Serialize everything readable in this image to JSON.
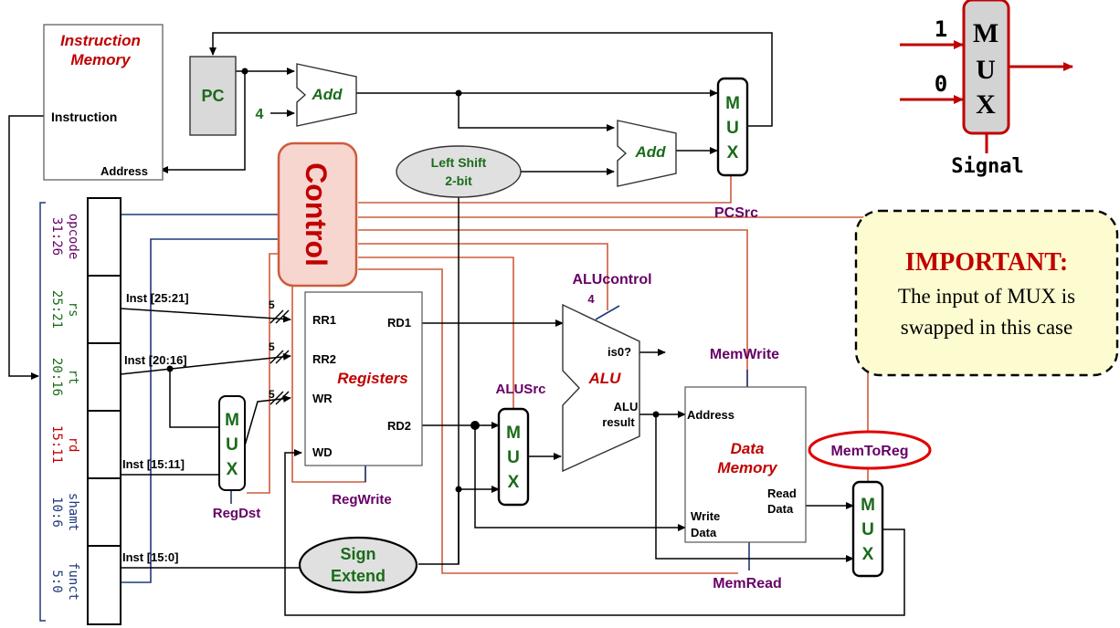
{
  "instruction_memory": {
    "title_line1": "Instruction",
    "title_line2": "Memory",
    "instruction_label": "Instruction",
    "address_label": "Address"
  },
  "pc": {
    "label": "PC"
  },
  "constant_four": "4",
  "adder_top": {
    "label": "Add"
  },
  "adder_branch": {
    "label": "Add"
  },
  "left_shift": {
    "line1": "Left Shift",
    "line2": "2-bit"
  },
  "control": {
    "label": "Control"
  },
  "instruction_fields": [
    {
      "name": "opcode",
      "bits": "31:26",
      "color": "#660066"
    },
    {
      "name": "rs",
      "bits": "25:21",
      "color": "#1a6b1a"
    },
    {
      "name": "rt",
      "bits": "20:16",
      "color": "#1a6b1a"
    },
    {
      "name": "rd",
      "bits": "15:11",
      "color": "#c00000"
    },
    {
      "name": "shamt",
      "bits": "10:6",
      "color": "#1f3a7a"
    },
    {
      "name": "funct",
      "bits": "5:0",
      "color": "#1f3a7a"
    }
  ],
  "inst_ranges": {
    "r25_21": "Inst [25:21]",
    "r20_16": "Inst [20:16]",
    "r15_11": "Inst [15:11]",
    "r15_0": "Inst [15:0]"
  },
  "bus_width": {
    "a": "5",
    "b": "5",
    "c": "5",
    "alu_control": "4"
  },
  "registers": {
    "title": "Registers",
    "rr1": "RR1",
    "rr2": "RR2",
    "wr": "WR",
    "wd": "WD",
    "rd1": "RD1",
    "rd2": "RD2"
  },
  "alu": {
    "title": "ALU",
    "is0": "is0?",
    "result_line1": "ALU",
    "result_line2": "result"
  },
  "data_memory": {
    "title_line1": "Data",
    "title_line2": "Memory",
    "address": "Address",
    "read_data_line1": "Read",
    "read_data_line2": "Data",
    "write_data_line1": "Write",
    "write_data_line2": "Data"
  },
  "sign_extend": {
    "line1": "Sign",
    "line2": "Extend"
  },
  "signals": {
    "pcsrc": "PCSrc",
    "alucontrol": "ALUcontrol",
    "memwrite": "MemWrite",
    "alusrc": "ALUSrc",
    "regwrite": "RegWrite",
    "regdst": "RegDst",
    "memread": "MemRead",
    "memtoreg": "MemToReg"
  },
  "mux_letters": [
    "M",
    "U",
    "X"
  ],
  "legend_mux": {
    "input1": "1",
    "input0": "0",
    "signal": "Signal"
  },
  "important_note": {
    "heading": "IMPORTANT:",
    "line1": "The input of MUX is",
    "line2": "swapped in this case"
  },
  "colors": {
    "control_line": "#cd5c3c",
    "control_fill": "#f7d6d0",
    "control_text": "#c00000",
    "signal_label": "#660066",
    "green_label": "#1a6b1a",
    "block_fill": "#d9d9d9",
    "blue_line": "#1f3a7a",
    "note_fill": "#fdfbd0",
    "highlight_red": "#e00000"
  }
}
